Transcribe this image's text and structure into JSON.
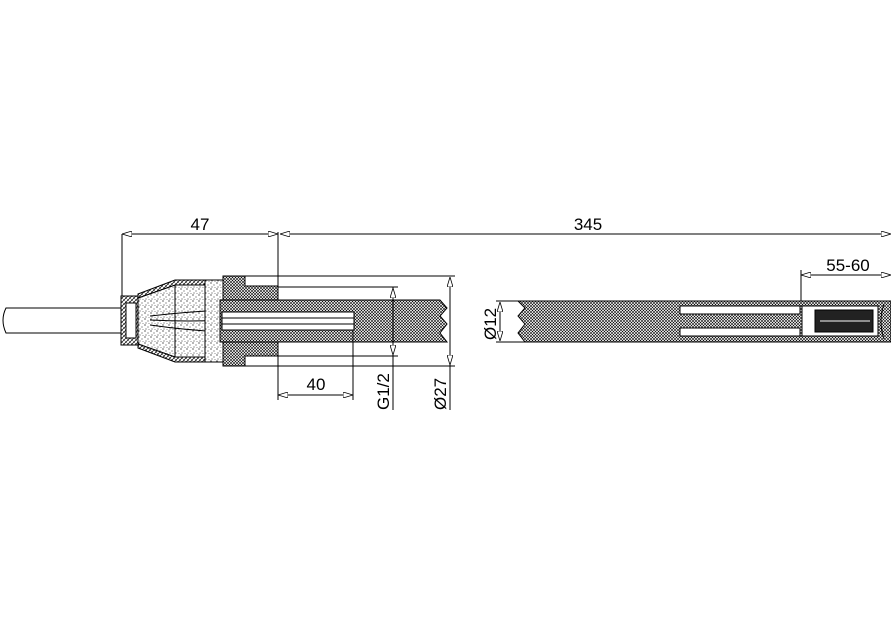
{
  "drawing": {
    "dimensions": {
      "connector_length": "47",
      "total_length": "345",
      "thread_length": "40",
      "thread": "G1/2",
      "outer_diameter": "Ø27",
      "tube_diameter": "Ø12",
      "sensor_length": "55-60"
    },
    "colors": {
      "line": "#000000",
      "background": "#ffffff"
    }
  }
}
